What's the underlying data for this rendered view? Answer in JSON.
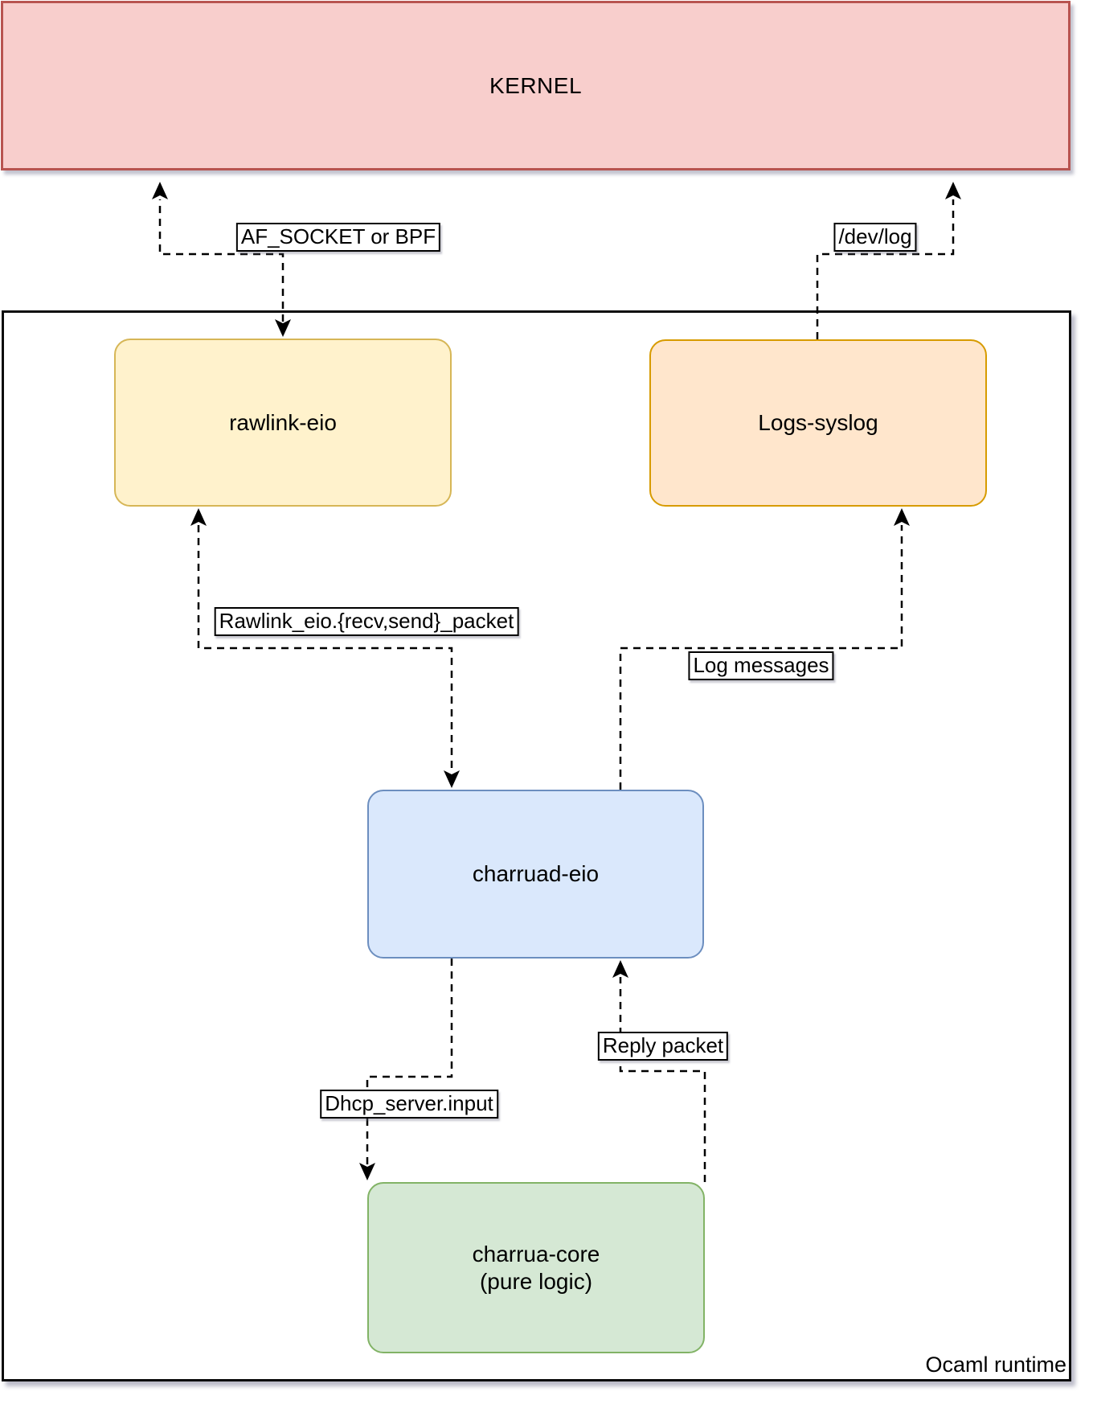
{
  "kernel": {
    "label": "KERNEL"
  },
  "runtime": {
    "label": "Ocaml runtime"
  },
  "nodes": {
    "rawlink": {
      "label": "rawlink-eio"
    },
    "syslog": {
      "label": "Logs-syslog"
    },
    "charruad": {
      "label": "charruad-eio"
    },
    "charrua_core": {
      "label": "charrua-core",
      "sublabel": "(pure logic)"
    }
  },
  "edges": {
    "af_socket": {
      "label": "AF_SOCKET or BPF"
    },
    "dev_log": {
      "label": "/dev/log"
    },
    "rawlink_packet": {
      "label": "Rawlink_eio.{recv,send}_packet"
    },
    "log_messages": {
      "label": "Log messages"
    },
    "reply_packet": {
      "label": "Reply packet"
    },
    "dhcp_input": {
      "label": "Dhcp_server.input"
    }
  },
  "palette": {
    "kernel_fill": "#f8cecc",
    "kernel_stroke": "#b85450",
    "rawlink_fill": "#fff2cc",
    "rawlink_stroke": "#d6b656",
    "syslog_fill": "#ffe6cc",
    "syslog_stroke": "#d79b00",
    "charruad_fill": "#dae8fc",
    "charruad_stroke": "#6c8ebf",
    "charrua_core_fill": "#d5e8d4",
    "charrua_core_stroke": "#82b366",
    "runtime_fill": "#ffffff",
    "runtime_stroke": "#000000",
    "edge_color": "#000000"
  }
}
